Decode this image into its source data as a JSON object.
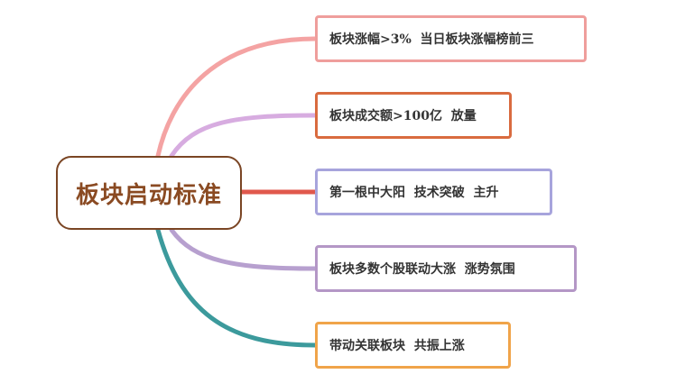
{
  "root": {
    "label": "板块启动标准",
    "border_color": "#7a4524",
    "text_color": "#8a4a22"
  },
  "branches": [
    {
      "label": "板块涨幅>3%  当日板块涨幅榜前三",
      "color": "#ef9e9c",
      "line_color": "#f4a3a3"
    },
    {
      "label": "板块成交额>100亿  放量",
      "color": "#d96b3f",
      "line_color": "#d7ace0"
    },
    {
      "label": "第一根中大阳  技术突破  主升",
      "color": "#a7a4dc",
      "line_color": "#e0584c"
    },
    {
      "label": "板块多数个股联动大涨  涨势氛围",
      "color": "#b497c6",
      "line_color": "#b7a0cf"
    },
    {
      "label": "带动关联板块  共振上涨",
      "color": "#f0a44a",
      "line_color": "#3c9a9c"
    }
  ]
}
